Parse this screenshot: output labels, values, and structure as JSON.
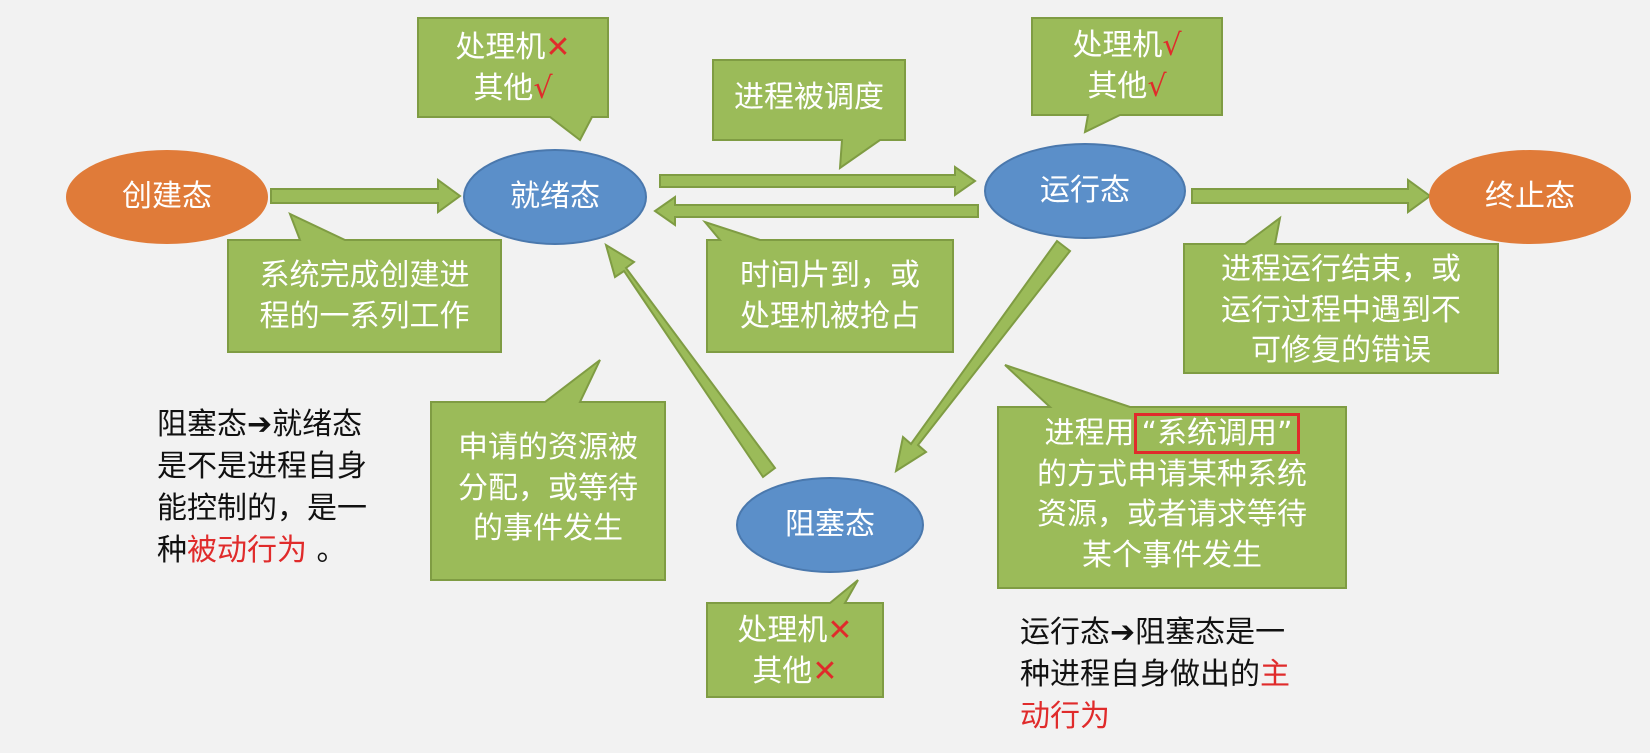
{
  "states": {
    "created": "创建态",
    "ready": "就绪态",
    "running": "运行态",
    "terminated": "终止态",
    "blocked": "阻塞态"
  },
  "callouts": {
    "ready_resources": {
      "line1": "处理机",
      "mark1": "✕",
      "line2": "其他",
      "mark2": "√"
    },
    "running_resources": {
      "line1": "处理机",
      "mark1": "√",
      "line2": "其他",
      "mark2": "√"
    },
    "blocked_resources": {
      "line1": "处理机",
      "mark1": "✕",
      "line2": "其他",
      "mark2": "✕"
    },
    "scheduled": "进程被调度",
    "create_done": {
      "line1": "系统完成创建进",
      "line2": "程的一系列工作"
    },
    "timeslice": {
      "line1": "时间片到，或",
      "line2": "处理机被抢占"
    },
    "terminate_reason": {
      "line1": "进程运行结束，或",
      "line2": "运行过程中遇到不",
      "line3": "可修复的错误"
    },
    "resource_granted": {
      "line1": "申请的资源被",
      "line2": "分配，或等待",
      "line3": "的事件发生"
    },
    "syscall": {
      "pre": "进程用",
      "highlight": "“系统调用”",
      "line2": "的方式申请某种系统",
      "line3": "资源，或者请求等待",
      "line4": "某个事件发生"
    }
  },
  "notes": {
    "passive": {
      "line1a": "阻塞态",
      "arrow": "➔",
      "line1b": "就绪态",
      "line2": "是不是进程自身",
      "line3": "能控制的，是一",
      "line4a": "种",
      "line4b": "被动行为",
      "line4c": " 。"
    },
    "active": {
      "line1a": "运行态",
      "arrow": "➔",
      "line1b": "阻塞态是一",
      "line2a": "种进程自身做出的",
      "line2b": "主",
      "line3": "动行为"
    }
  },
  "colors": {
    "orange": "#e07b39",
    "blue": "#5b8fc9",
    "green": "#9bbb59",
    "green_border": "#7f9c43",
    "red": "#e02b2b"
  }
}
